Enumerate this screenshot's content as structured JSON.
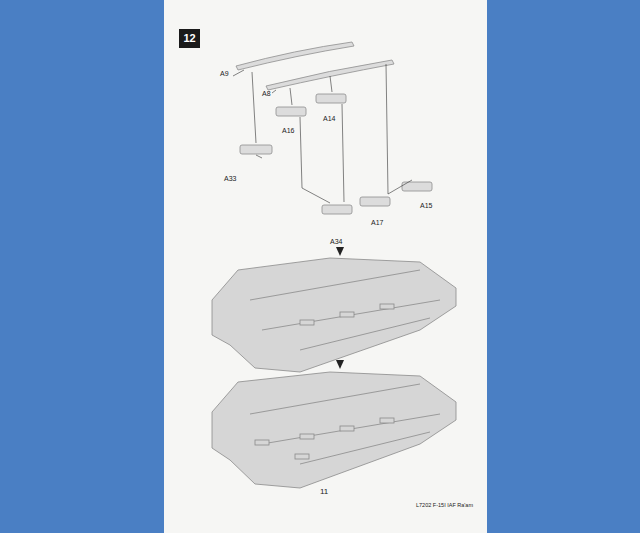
{
  "diagram": {
    "nodes": [
      {
        "text": [
          "12"
        ]
      }
    ],
    "labels": [
      "A9",
      "A8",
      "A14",
      "A16",
      "A33",
      "A34",
      "A17",
      "A15",
      "11",
      "L7202 F-15I IAF Ra'am"
    ]
  }
}
